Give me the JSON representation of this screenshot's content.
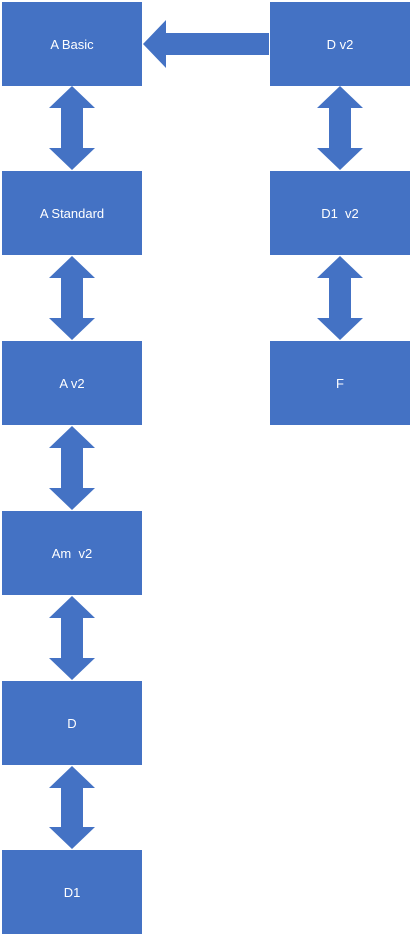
{
  "diagram": {
    "nodes": [
      {
        "id": "a-basic",
        "label": "A Basic"
      },
      {
        "id": "a-standard",
        "label": "A Standard"
      },
      {
        "id": "a-v2",
        "label": "A v2"
      },
      {
        "id": "am-v2",
        "label": "Am  v2"
      },
      {
        "id": "d",
        "label": "D"
      },
      {
        "id": "d1",
        "label": "D1"
      },
      {
        "id": "d-v2",
        "label": "D v2"
      },
      {
        "id": "d1-v2",
        "label": "D1  v2"
      },
      {
        "id": "f",
        "label": "F"
      }
    ],
    "edges": [
      {
        "from": "a-basic",
        "to": "a-standard",
        "type": "bidirectional"
      },
      {
        "from": "a-standard",
        "to": "a-v2",
        "type": "bidirectional"
      },
      {
        "from": "a-v2",
        "to": "am-v2",
        "type": "bidirectional"
      },
      {
        "from": "am-v2",
        "to": "d",
        "type": "bidirectional"
      },
      {
        "from": "d",
        "to": "d1",
        "type": "bidirectional"
      },
      {
        "from": "d-v2",
        "to": "a-basic",
        "type": "directed"
      },
      {
        "from": "d-v2",
        "to": "d1-v2",
        "type": "bidirectional"
      },
      {
        "from": "d1-v2",
        "to": "f",
        "type": "bidirectional"
      }
    ],
    "colors": {
      "node_fill": "#4472c4",
      "node_text": "#ffffff",
      "arrow_fill": "#4472c4",
      "background": "#ffffff"
    }
  }
}
